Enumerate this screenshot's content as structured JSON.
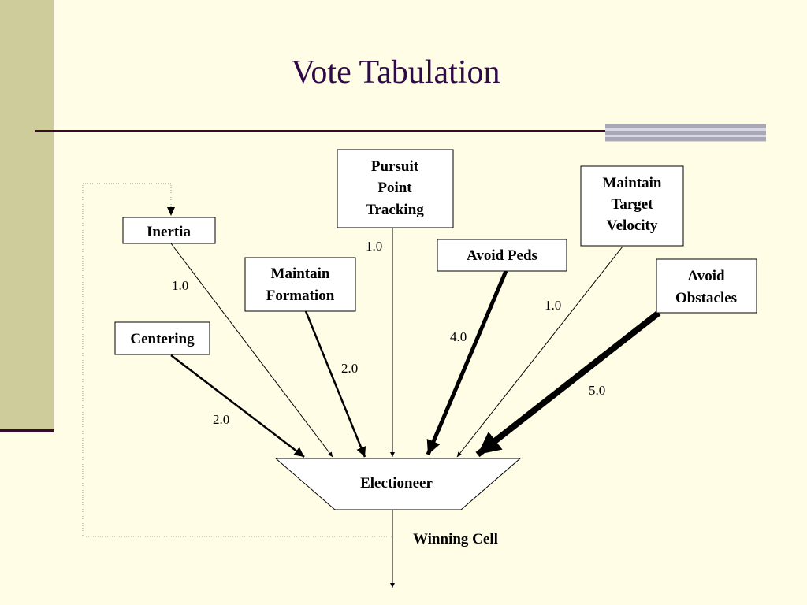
{
  "slide": {
    "title": "Vote Tabulation"
  },
  "diagram": {
    "nodes": {
      "inertia": "Inertia",
      "centering": "Centering",
      "maintain_formation": [
        "Maintain",
        "Formation"
      ],
      "pursuit_point_tracking": [
        "Pursuit",
        "Point",
        "Tracking"
      ],
      "avoid_peds": "Avoid Peds",
      "maintain_target_velocity": [
        "Maintain",
        "Target",
        "Velocity"
      ],
      "avoid_obstacles": [
        "Avoid",
        "Obstacles"
      ],
      "electioneer": "Electioneer",
      "output": "Winning Cell"
    },
    "weights": {
      "inertia": "1.0",
      "centering": "2.0",
      "maintain_formation": "2.0",
      "pursuit_point_tracking": "1.0",
      "avoid_peds": "4.0",
      "maintain_target_velocity": "1.0",
      "avoid_obstacles": "5.0"
    }
  },
  "colors": {
    "background": "#FFFDE6",
    "sidebar": "#CFCC9C",
    "title": "#2E0A46",
    "rule": "#3A0A2E"
  }
}
